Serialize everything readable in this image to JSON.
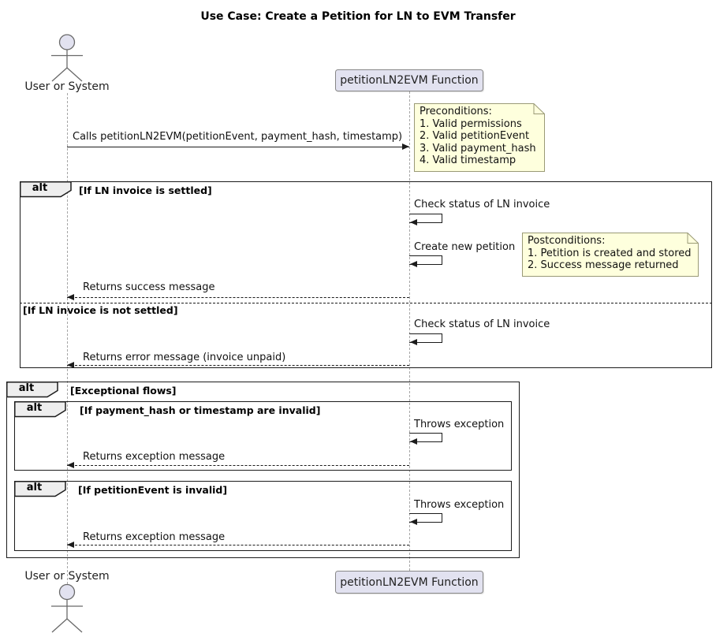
{
  "title": "Use Case: Create a Petition for LN to EVM Transfer",
  "actor": {
    "label_top": "User or System",
    "label_bottom": "User or System"
  },
  "participant": {
    "label_top": "petitionLN2EVM Function",
    "label_bottom": "petitionLN2EVM Function"
  },
  "note_preconditions": {
    "lines": [
      "Preconditions:",
      "1. Valid permissions",
      "2. Valid petitionEvent",
      "3. Valid payment_hash",
      "4. Valid timestamp"
    ]
  },
  "note_postconditions": {
    "lines": [
      "Postconditions:",
      "1. Petition is created and stored",
      "2. Success message returned"
    ]
  },
  "frames": {
    "alt_invoice": {
      "keyword": "alt",
      "condition_if": "[If LN invoice is settled]",
      "condition_else": "[If LN invoice is not settled]"
    },
    "alt_exceptional": {
      "keyword": "alt",
      "condition": "[Exceptional flows]"
    },
    "alt_payment_invalid": {
      "keyword": "alt",
      "condition": "[If payment_hash or timestamp are invalid]"
    },
    "alt_event_invalid": {
      "keyword": "alt",
      "condition": "[If petitionEvent is invalid]"
    }
  },
  "messages": {
    "call": "Calls petitionLN2EVM(petitionEvent, payment_hash, timestamp)",
    "check_status_settled": "Check status of LN invoice",
    "create_petition": "Create new petition",
    "returns_success": "Returns success message",
    "check_status_unsettled": "Check status of LN invoice",
    "returns_error": "Returns error message (invoice unpaid)",
    "throws_exception_payment": "Throws exception",
    "returns_exception_payment": "Returns exception message",
    "throws_exception_event": "Throws exception",
    "returns_exception_event": "Returns exception message"
  },
  "colors": {
    "participant_fill": "#E2E2F0",
    "note_fill": "#FEFFDD",
    "frame_label_fill": "#EEEEEE",
    "line": "#1B1B1B",
    "lifeline": "#A6A6A6"
  }
}
